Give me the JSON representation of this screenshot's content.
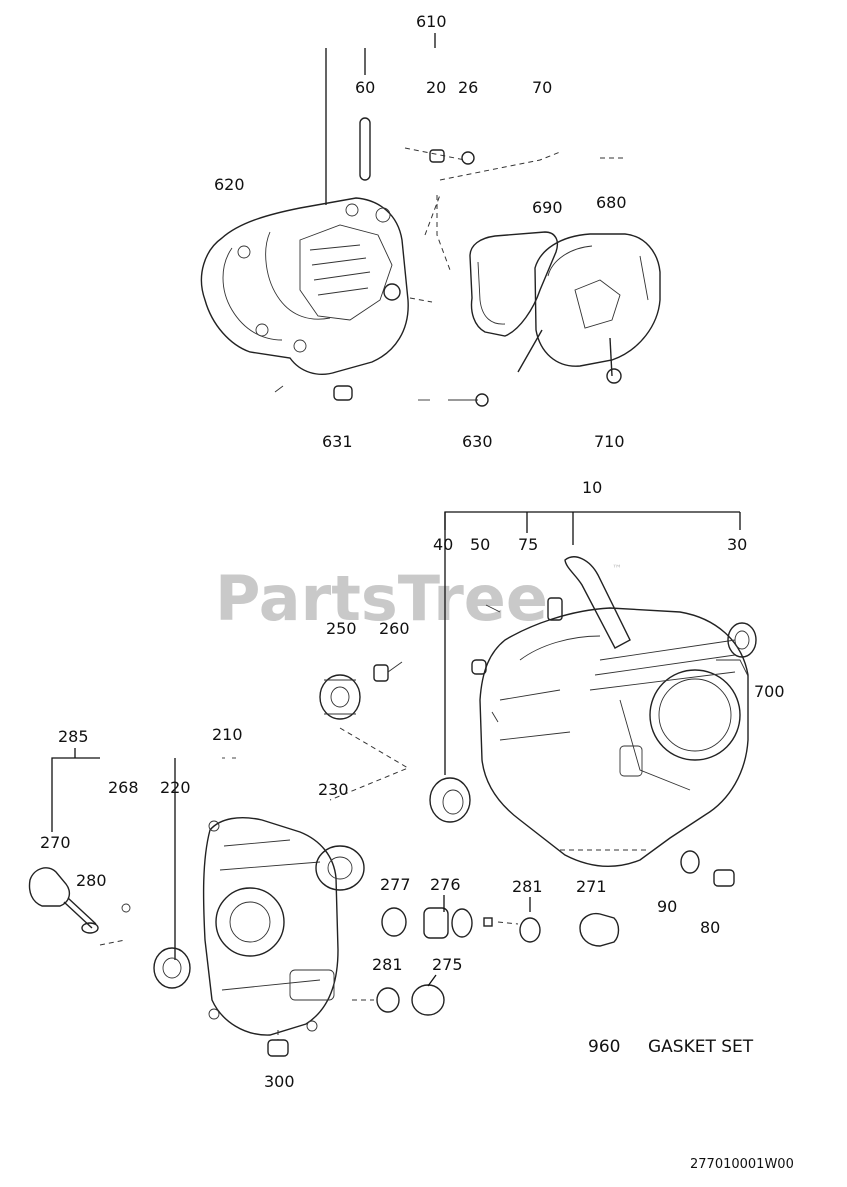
{
  "watermark": {
    "text": "PartsTree",
    "trademark": "™"
  },
  "callouts": {
    "c610": "610",
    "c60": "60",
    "c20": "20",
    "c26": "26",
    "c70": "70",
    "c620": "620",
    "c690": "690",
    "c680": "680",
    "c631": "631",
    "c630": "630",
    "c710": "710",
    "c10": "10",
    "c40": "40",
    "c50": "50",
    "c75": "75",
    "c30": "30",
    "c250": "250",
    "c260": "260",
    "c700": "700",
    "c285": "285",
    "c210": "210",
    "c268": "268",
    "c220": "220",
    "c230": "230",
    "c270": "270",
    "c280": "280",
    "c277": "277",
    "c276": "276",
    "c281a": "281",
    "c271": "271",
    "c90": "90",
    "c80": "80",
    "c281b": "281",
    "c275": "275",
    "c300": "300"
  },
  "gasket_set": {
    "number": "960",
    "label": "GASKET SET"
  },
  "diagram_code": "277010001W00"
}
